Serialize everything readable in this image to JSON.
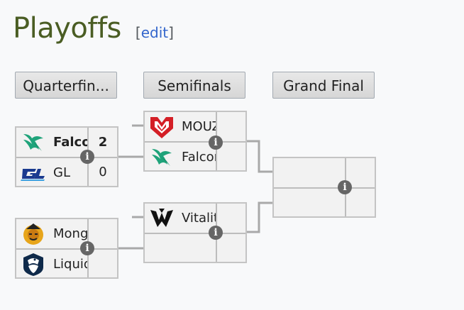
{
  "page": {
    "title": "Playoffs",
    "edit_open": "[",
    "edit_label": "edit",
    "edit_close": "]"
  },
  "rounds": [
    {
      "label": "Quarterfin..."
    },
    {
      "label": "Semifinals"
    },
    {
      "label": "Grand Final"
    }
  ],
  "matches": {
    "qf1": {
      "top": {
        "name": "Falcons",
        "score": "2",
        "logo": "falcons-logo"
      },
      "bottom": {
        "name": "GL",
        "score": "0",
        "logo": "gamerlegion-logo"
      }
    },
    "qf2": {
      "top": {
        "name": "Mongolz",
        "score": "",
        "logo": "mongolz-logo"
      },
      "bottom": {
        "name": "Liquid",
        "score": "",
        "logo": "liquid-logo"
      }
    },
    "sf1": {
      "top": {
        "name": "MOUZ",
        "score": "",
        "logo": "mouz-logo"
      },
      "bottom": {
        "name": "Falcons",
        "score": "",
        "logo": "falcons-logo"
      }
    },
    "sf2": {
      "top": {
        "name": "Vitality",
        "score": "",
        "logo": "vitality-logo"
      },
      "bottom": {
        "name": "",
        "score": "",
        "logo": ""
      }
    },
    "gf": {
      "top": {
        "name": "",
        "score": "",
        "logo": ""
      },
      "bottom": {
        "name": "",
        "score": "",
        "logo": ""
      }
    }
  },
  "info_glyph": "i",
  "colors": {
    "title": "#4a5d23",
    "link": "#3366cc",
    "falcons": "#1fa37a",
    "mouz": "#d41f26",
    "connector": "#a9a9a9"
  }
}
